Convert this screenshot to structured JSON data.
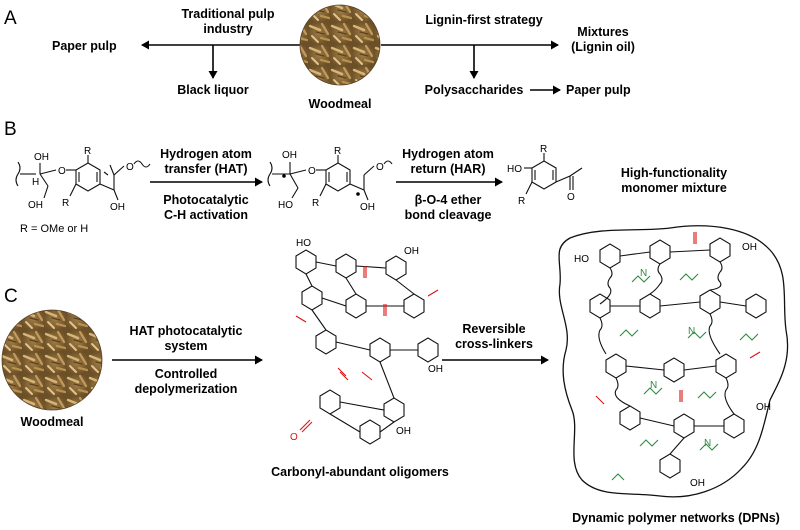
{
  "panels": {
    "a": "A",
    "b": "B",
    "c": "C"
  },
  "panel_a": {
    "traditional": [
      "Traditional pulp",
      "industry"
    ],
    "paper_pulp_left": "Paper pulp",
    "black_liquor": "Black liquor",
    "woodmeal": "Woodmeal",
    "lignin_first": "Lignin-first strategy",
    "mixtures": [
      "Mixtures",
      "(Lignin oil)"
    ],
    "polysaccharides": "Polysaccharides",
    "paper_pulp_right": "Paper pulp"
  },
  "panel_b": {
    "hat": [
      "Hydrogen atom",
      "transfer (HAT)"
    ],
    "photocatalytic": [
      "Photocatalytic",
      "C-H activation"
    ],
    "har": [
      "Hydrogen atom",
      "return (HAR)"
    ],
    "cleavage": [
      "β-O-4 ether",
      "bond cleavage"
    ],
    "monomer": [
      "High-functionality",
      "monomer mixture"
    ],
    "r_def": "R = OMe or H",
    "atoms": {
      "oh": "OH",
      "o": "O",
      "r": "R",
      "h": "H",
      "ho": "HO"
    }
  },
  "panel_c": {
    "woodmeal": "Woodmeal",
    "hat_system": [
      "HAT photocatalytic",
      "system"
    ],
    "controlled": [
      "Controlled",
      "depolymerization"
    ],
    "oligomers": "Carbonyl-abundant oligomers",
    "crosslinkers": [
      "Reversible",
      "cross-linkers"
    ],
    "dpn": "Dynamic polymer networks (DPNs)",
    "atoms": {
      "n": "N",
      "oh": "OH",
      "o": "O",
      "ho": "HO"
    }
  },
  "colors": {
    "woodmeal_base": "#8a6a3a",
    "fiber": "#c9a66b",
    "carbonyl": "#d11111",
    "crosslink": "#2e8b3e"
  }
}
